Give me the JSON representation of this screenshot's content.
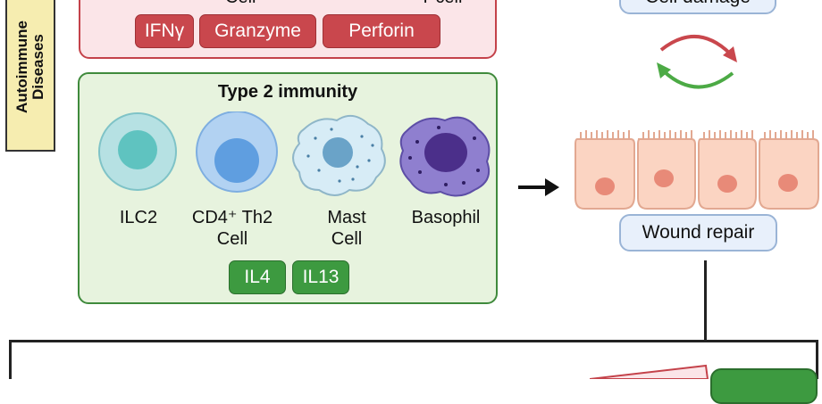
{
  "side_label": {
    "line1": "Autoimmune",
    "line2": "Diseases"
  },
  "type1": {
    "cell_left": "Cell",
    "cell_right": "T cell",
    "chips": [
      "IFNγ",
      "Granzyme",
      "Perforin"
    ]
  },
  "type2": {
    "title": "Type 2 immunity",
    "cells": [
      {
        "line1": "ILC2",
        "line2": ""
      },
      {
        "line1": "CD4⁺ Th2",
        "line2": "Cell"
      },
      {
        "line1": "Mast",
        "line2": "Cell"
      },
      {
        "line1": "Basophil",
        "line2": ""
      }
    ],
    "chips": [
      "IL4",
      "IL13"
    ]
  },
  "right": {
    "top_pill": "Cell damage",
    "bottom_pill": "Wound repair"
  },
  "colors": {
    "type1_border": "#c4424a",
    "type1_fill": "#fbe5e8",
    "type2_border": "#3f8a3c",
    "type2_fill": "#e7f3de",
    "pill_fill": "#e8f0fb",
    "pill_border": "#9ab4d6",
    "cycle_red": "#c9474d",
    "cycle_green": "#4caa45"
  }
}
